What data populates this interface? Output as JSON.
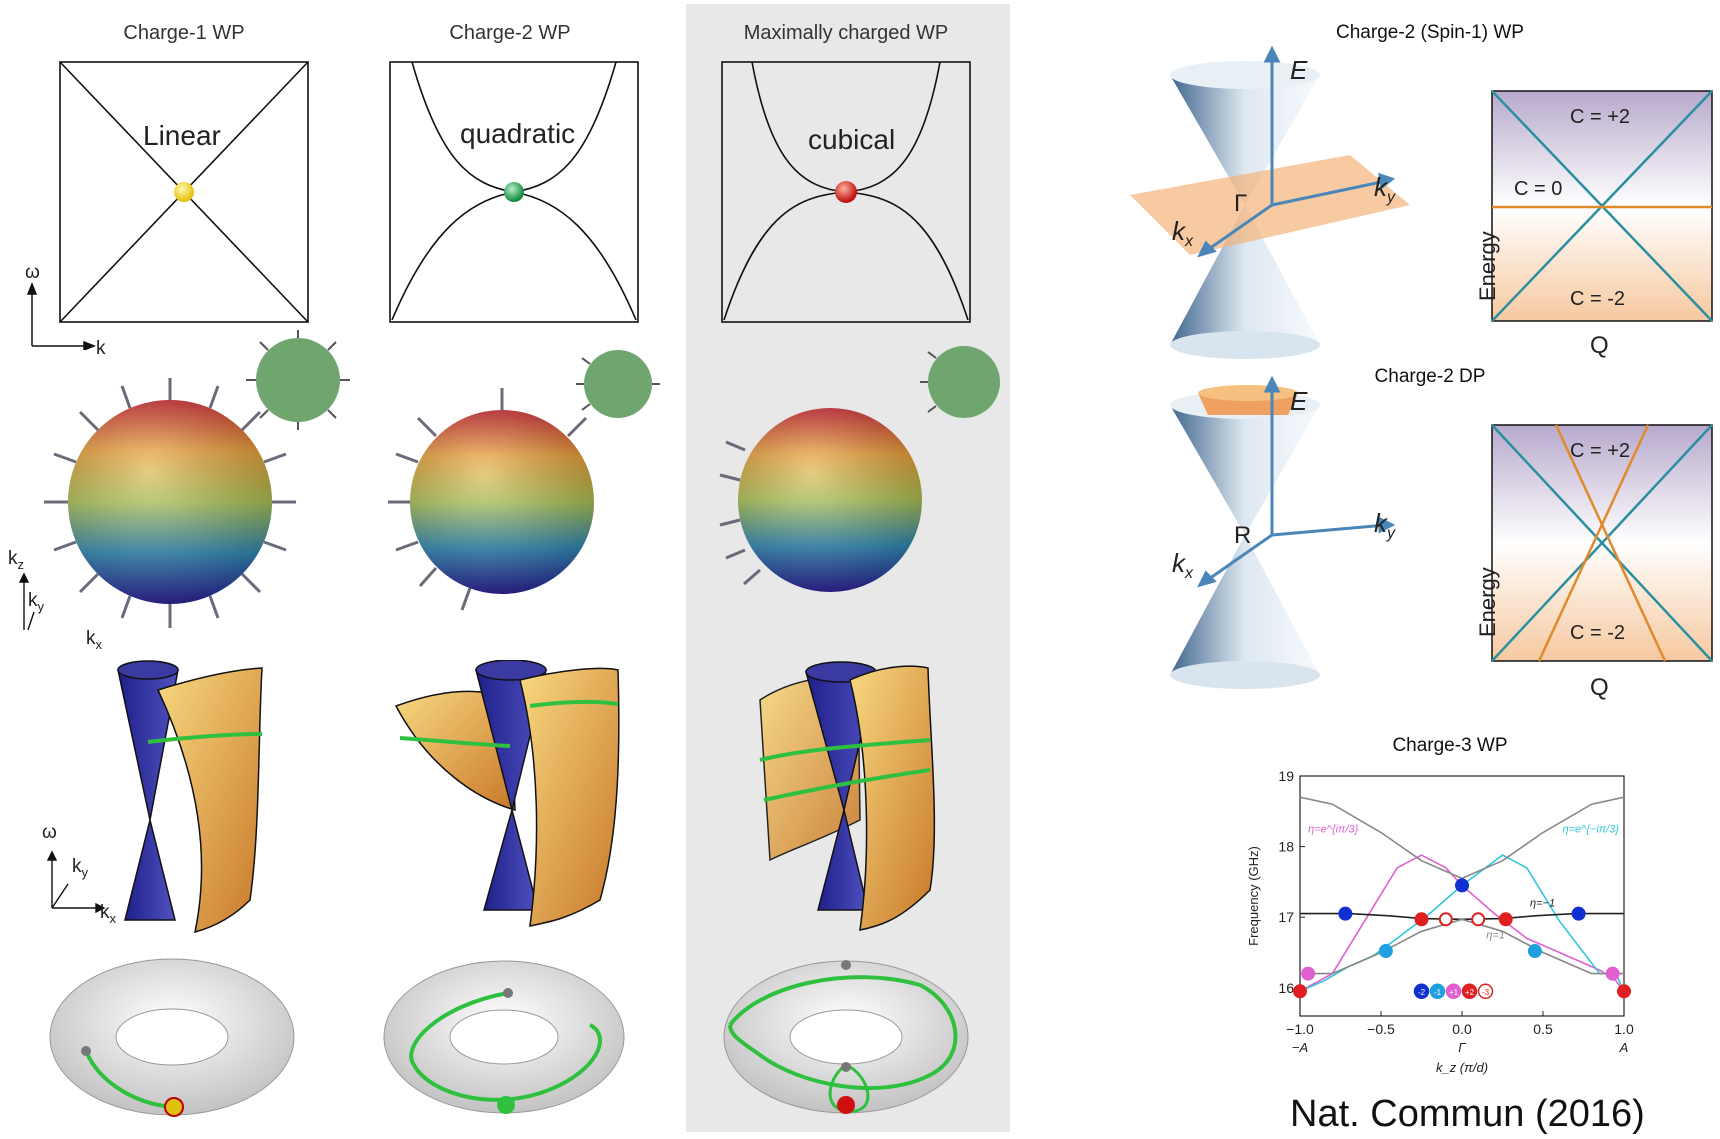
{
  "left": {
    "columns": [
      {
        "title": "Charge-1 WP",
        "curve_label": "Linear"
      },
      {
        "title": "Charge-2 WP",
        "curve_label": "quadratic"
      },
      {
        "title": "Maximally charged WP",
        "curve_label": "cubical"
      }
    ],
    "axes1": {
      "y": "ω",
      "x": "k"
    },
    "axes2": {
      "z": "k",
      "z_sub": "z",
      "y": "k",
      "y_sub": "y",
      "x": "k",
      "x_sub": "x"
    },
    "axes3": {
      "w": "ω",
      "y": "k",
      "y_sub": "y",
      "x": "k",
      "x_sub": "x"
    }
  },
  "right": {
    "top_title": "Charge-2 (Spin-1) WP",
    "mid_title": "Charge-2 DP",
    "bottom_title": "Charge-3 WP",
    "cone1": {
      "E": "E",
      "center": "Γ",
      "kx": "k",
      "kx_sub": "x",
      "ky": "k",
      "ky_sub": "y"
    },
    "cone2": {
      "E": "E",
      "center": "R",
      "kx": "k",
      "kx_sub": "x",
      "ky": "k",
      "ky_sub": "y"
    },
    "panel1": {
      "ylabel": "Energy",
      "xlabel": "Q",
      "c_top": "C = +2",
      "c_mid": "C = 0",
      "c_bot": "C = -2"
    },
    "panel2": {
      "ylabel": "Energy",
      "xlabel": "Q",
      "c_top": "C = +2",
      "c_bot": "C = -2"
    },
    "citation": "Nat. Commun (2016)",
    "colors": {
      "teal": "#2a8fa0",
      "orange": "#e08a2c",
      "purple_bg": "#b7a9cc",
      "orange_bg": "#f6c9a0"
    }
  },
  "chart_data": {
    "type": "line",
    "title": "Charge-3 WP",
    "xlabel": "k_z (π/d)",
    "ylabel": "Frequency (GHz)",
    "xlim": [
      -1.0,
      1.0
    ],
    "ylim": [
      15.6,
      19.0
    ],
    "x_ticks": [
      "-1.0",
      "-0.5",
      "0.0",
      "0.5",
      "1.0"
    ],
    "x_tick_sublabels": [
      "−A",
      "Γ",
      "A"
    ],
    "y_ticks": [
      "16",
      "17",
      "18",
      "19"
    ],
    "curve_labels": [
      "η=e^{iπ/3}",
      "η=e^{−iπ/3}",
      "η=−1",
      "η=1"
    ],
    "legend_badges": [
      "-2",
      "-1",
      "+1",
      "+2",
      "-3"
    ],
    "series": [
      {
        "name": "η=e^{iπ/3}",
        "color": "#e060d0",
        "x": [
          -1.0,
          -0.8,
          -0.6,
          -0.4,
          -0.25,
          -0.1,
          0.0,
          0.2,
          0.4,
          0.55,
          0.7,
          0.85,
          0.95,
          1.0
        ],
        "y": [
          15.95,
          16.2,
          16.95,
          17.7,
          17.88,
          17.7,
          17.45,
          17.05,
          16.7,
          16.55,
          16.4,
          16.25,
          16.1,
          15.95
        ]
      },
      {
        "name": "η=e^{−iπ/3}",
        "color": "#30c8d8",
        "x": [
          -1.0,
          -0.85,
          -0.7,
          -0.55,
          -0.4,
          -0.2,
          0.0,
          0.25,
          0.4,
          0.6,
          0.75,
          0.85,
          0.95,
          1.0
        ],
        "y": [
          15.95,
          16.1,
          16.3,
          16.45,
          16.7,
          17.05,
          17.45,
          17.88,
          17.7,
          16.95,
          16.5,
          16.2,
          16.2,
          15.95
        ]
      },
      {
        "name": "η=−1",
        "color": "#222222",
        "x": [
          -1.0,
          -0.7,
          -0.45,
          -0.25,
          0.0,
          0.25,
          0.45,
          0.7,
          1.0
        ],
        "y": [
          17.05,
          17.05,
          17.02,
          16.98,
          16.97,
          16.98,
          17.02,
          17.05,
          17.05
        ]
      },
      {
        "name": "η=1",
        "color": "#888888",
        "x": [
          -1.0,
          -0.8,
          -0.5,
          -0.25,
          0.0,
          0.25,
          0.5,
          0.8,
          1.0
        ],
        "y": [
          18.7,
          18.6,
          18.2,
          17.8,
          17.55,
          17.8,
          18.2,
          18.6,
          18.7
        ]
      },
      {
        "name": "η=1 lower",
        "color": "#888888",
        "x": [
          -1.0,
          -0.8,
          -0.5,
          -0.25,
          0.0,
          0.25,
          0.5,
          0.8,
          1.0
        ],
        "y": [
          16.2,
          16.2,
          16.5,
          16.8,
          16.97,
          16.8,
          16.5,
          16.2,
          16.2
        ]
      }
    ],
    "markers": [
      {
        "x": -1.0,
        "y": 15.95,
        "color": "#e02020",
        "fill": true
      },
      {
        "x": 1.0,
        "y": 15.95,
        "color": "#e02020",
        "fill": true
      },
      {
        "x": -0.95,
        "y": 16.2,
        "color": "#e060d0",
        "fill": true
      },
      {
        "x": 0.93,
        "y": 16.2,
        "color": "#e060d0",
        "fill": true
      },
      {
        "x": -0.72,
        "y": 17.05,
        "color": "#1030d0",
        "fill": true
      },
      {
        "x": 0.72,
        "y": 17.05,
        "color": "#1030d0",
        "fill": true
      },
      {
        "x": -0.47,
        "y": 16.52,
        "color": "#20a0e0",
        "fill": true
      },
      {
        "x": 0.45,
        "y": 16.52,
        "color": "#20a0e0",
        "fill": true
      },
      {
        "x": -0.25,
        "y": 16.97,
        "color": "#e02020",
        "fill": true
      },
      {
        "x": 0.27,
        "y": 16.97,
        "color": "#e02020",
        "fill": true
      },
      {
        "x": -0.1,
        "y": 16.97,
        "color": "#e02020",
        "fill": false
      },
      {
        "x": 0.1,
        "y": 16.97,
        "color": "#e02020",
        "fill": false
      },
      {
        "x": 0.0,
        "y": 17.45,
        "color": "#1030d0",
        "fill": true
      }
    ]
  }
}
